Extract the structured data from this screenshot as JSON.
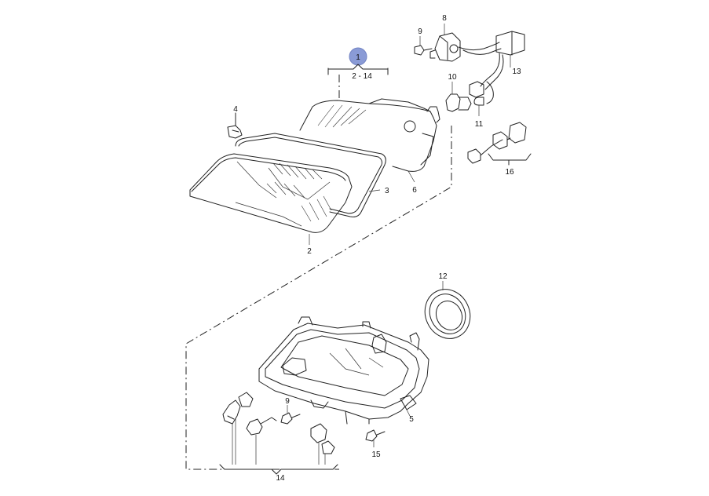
{
  "diagram": {
    "callouts": {
      "c1": "1",
      "c1_range": "2 - 14",
      "c2": "2",
      "c3": "3",
      "c4": "4",
      "c5": "5",
      "c6": "6",
      "c8": "8",
      "c9_top": "9",
      "c9_bottom": "9",
      "c10": "10",
      "c11": "11",
      "c12": "12",
      "c13": "13",
      "c14": "14",
      "c15": "15",
      "c16": "16"
    },
    "colors": {
      "marker_fill": "#8a9bd6",
      "line": "#222222",
      "background": "#ffffff"
    }
  }
}
